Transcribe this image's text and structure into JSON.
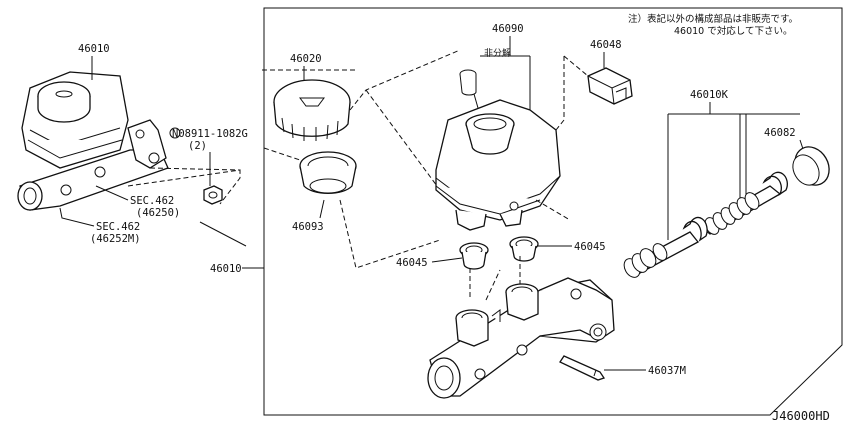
{
  "note": {
    "line1": "注）表記以外の構成部品は非販売です。",
    "line2": "46010 で対応して下さい。"
  },
  "diagram_ref": "J46000HD",
  "labels": {
    "p46010_top": "46010",
    "p46010_left": "46010",
    "bolt": "N08911-1082G",
    "bolt_qty": "(2)",
    "sec1_a": "SEC.462",
    "sec1_b": "(46250)",
    "sec2_a": "SEC.462",
    "sec2_b": "(46252M)",
    "p46020": "46020",
    "p46093": "46093",
    "p46090": "46090",
    "hibunkai": "非分解",
    "p46048": "46048",
    "p46010K": "46010K",
    "p46082": "46082",
    "p46045_left": "46045",
    "p46045_right": "46045",
    "p46037M": "46037M"
  }
}
